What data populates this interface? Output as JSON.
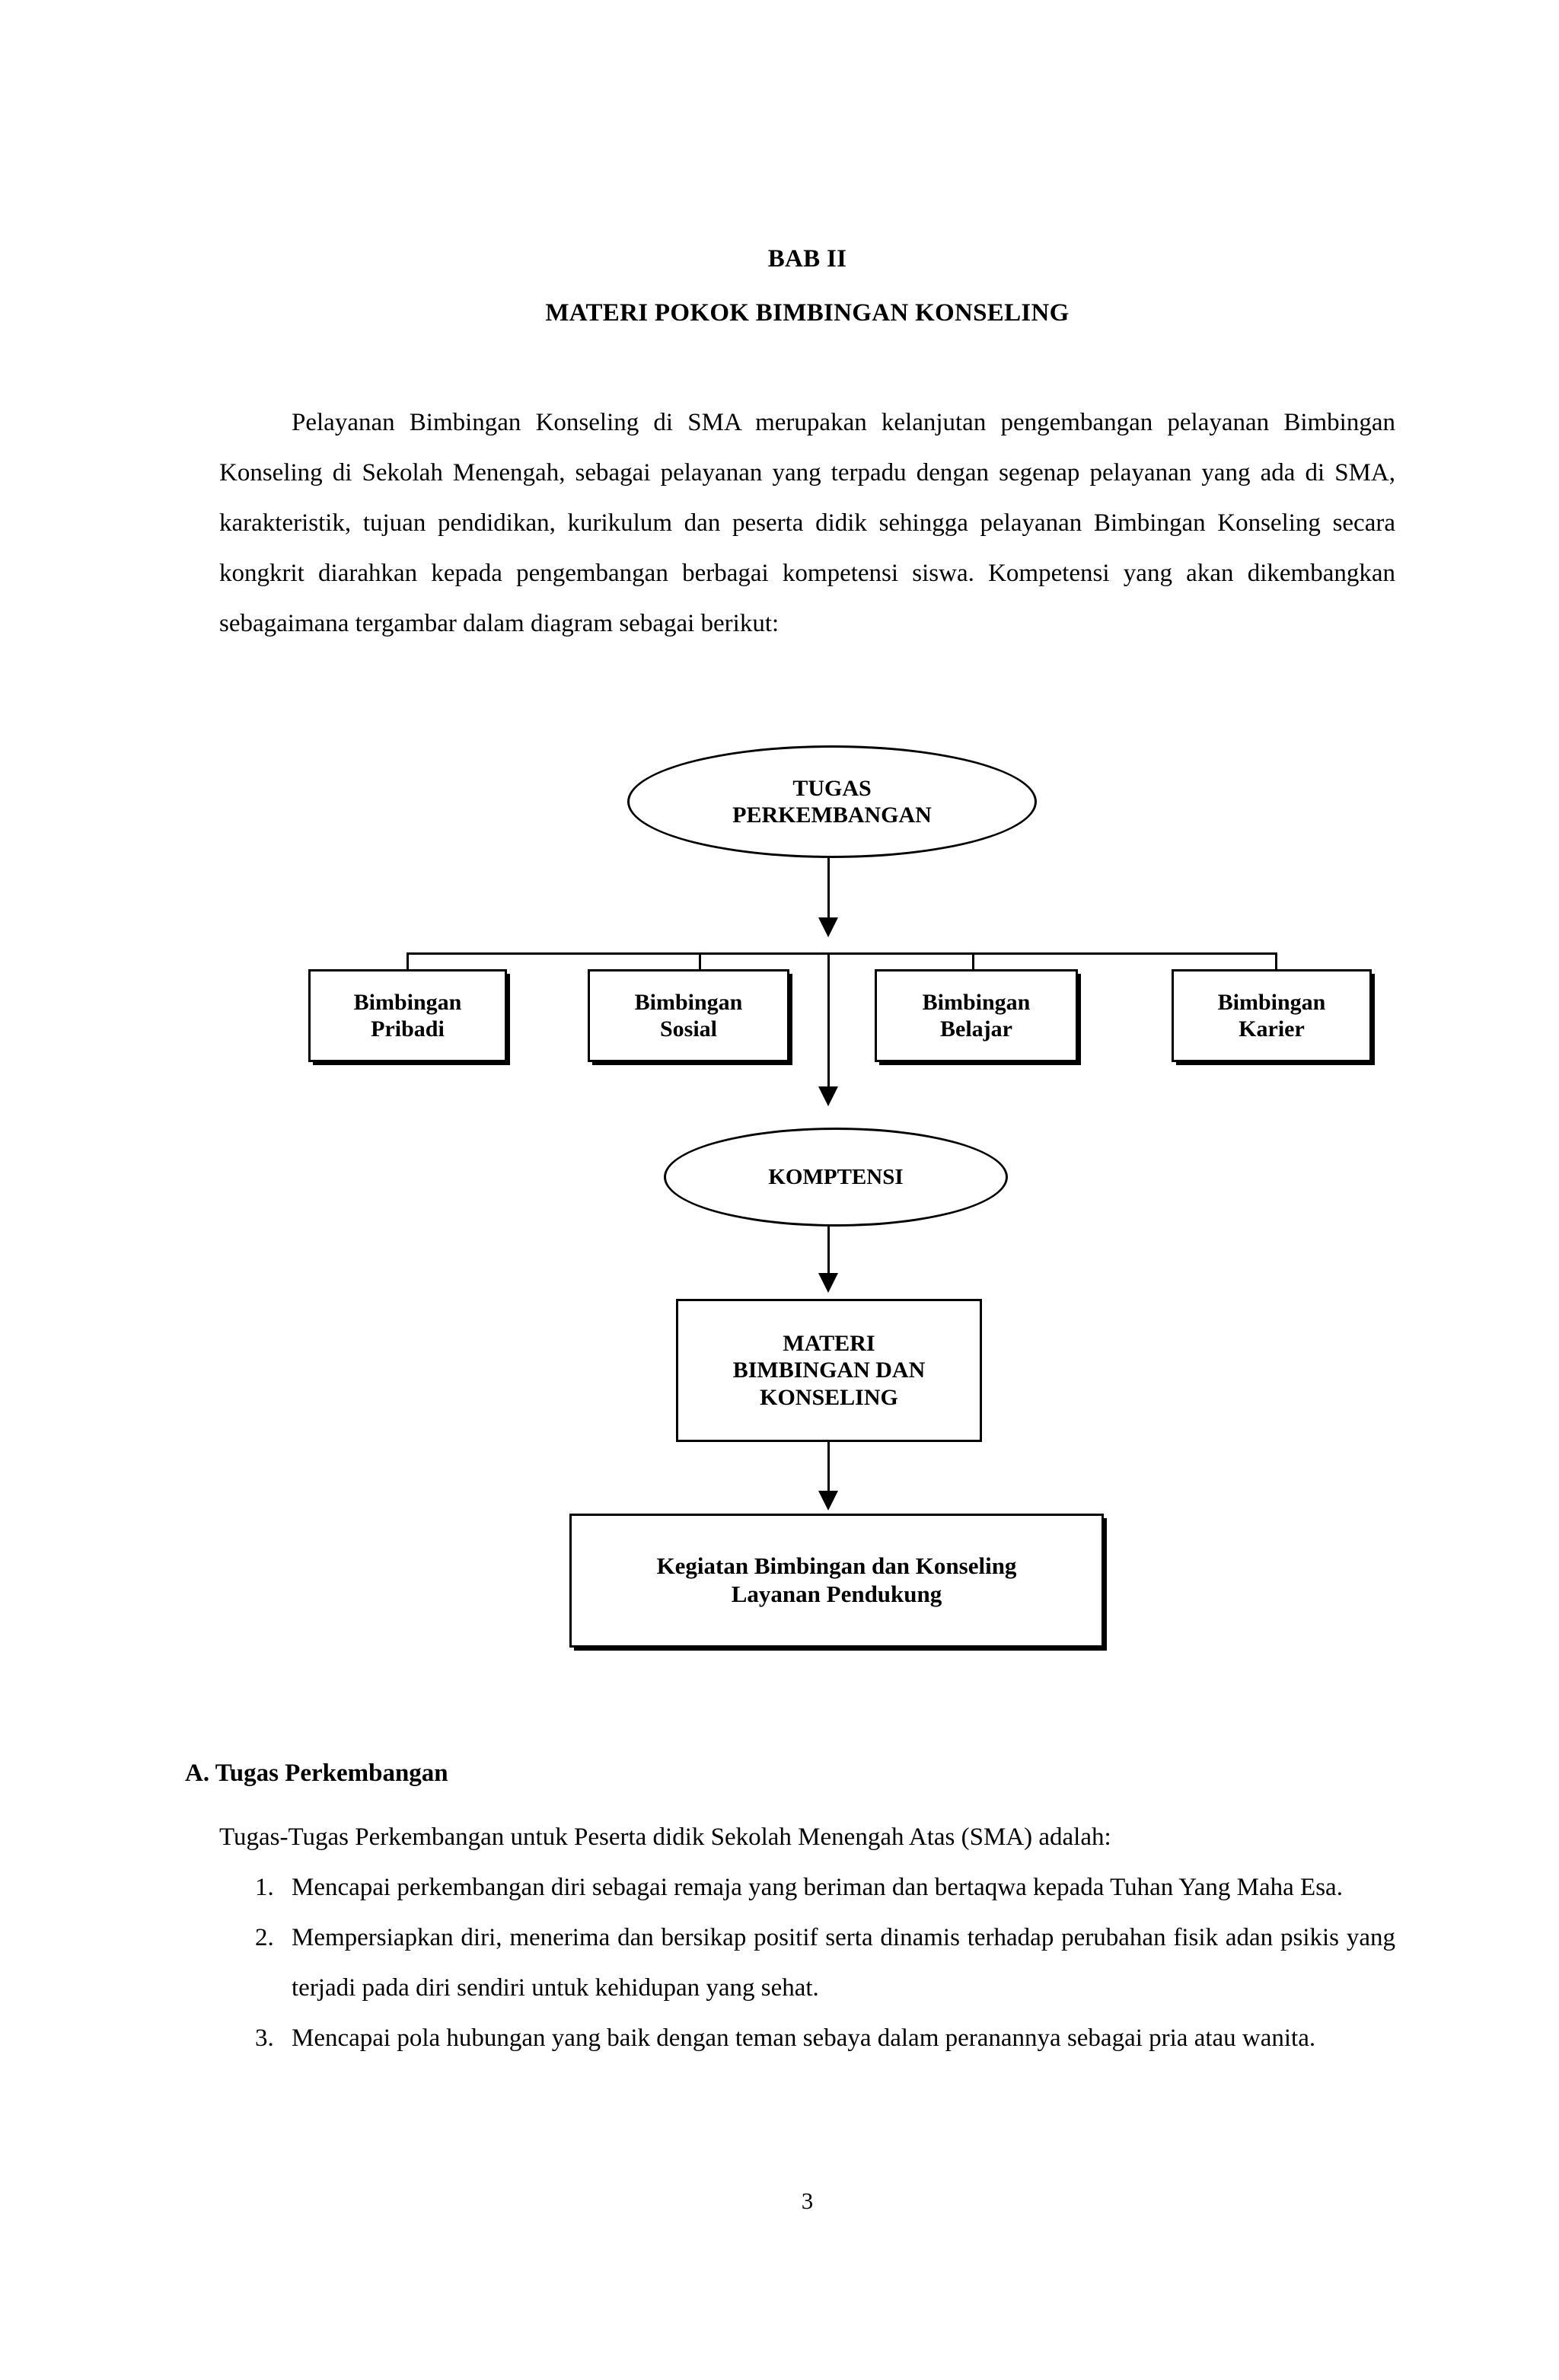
{
  "document": {
    "chapter_label": "BAB II",
    "chapter_title": "MATERI POKOK BIMBINGAN KONSELING",
    "intro_paragraph": "Pelayanan Bimbingan Konseling di SMA merupakan kelanjutan pengembangan pelayanan Bimbingan Konseling di Sekolah Menengah, sebagai pelayanan yang terpadu dengan segenap pelayanan yang ada di SMA, karakteristik, tujuan pendidikan, kurikulum dan peserta didik sehingga pelayanan Bimbingan Konseling secara kongkrit diarahkan kepada pengembangan berbagai kompetensi siswa. Kompetensi yang akan dikembangkan sebagaimana tergambar dalam diagram sebagai berikut:",
    "page_number": "3"
  },
  "diagram": {
    "root": "TUGAS\nPERKEMBANGAN",
    "root_line1": "TUGAS",
    "root_line2": "PERKEMBANGAN",
    "branches": [
      {
        "line1": "Bimbingan",
        "line2": "Pribadi"
      },
      {
        "line1": "Bimbingan",
        "line2": "Sosial"
      },
      {
        "line1": "Bimbingan",
        "line2": "Belajar"
      },
      {
        "line1": "Bimbingan",
        "line2": "Karier"
      }
    ],
    "competency": "KOMPTENSI",
    "material": {
      "line1": "MATERI",
      "line2": "BIMBINGAN DAN",
      "line3": "KONSELING"
    },
    "activity": {
      "line1": "Kegiatan Bimbingan dan Konseling",
      "line2": "Layanan Pendukung"
    }
  },
  "section_a": {
    "heading": "A. Tugas Perkembangan",
    "lead": "Tugas-Tugas Perkembangan untuk Peserta didik Sekolah Menengah Atas (SMA) adalah:",
    "items": [
      {
        "marker": "1.",
        "text": "Mencapai perkembangan diri sebagai remaja yang beriman dan bertaqwa kepada Tuhan Yang Maha Esa."
      },
      {
        "marker": "2.",
        "text": "Mempersiapkan diri, menerima dan bersikap positif serta dinamis terhadap perubahan fisik adan psikis yang terjadi pada diri sendiri untuk kehidupan yang sehat."
      },
      {
        "marker": "3.",
        "text": "Mencapai pola hubungan yang baik dengan teman sebaya dalam peranannya sebagai pria atau wanita."
      }
    ]
  },
  "colors": {
    "text": "#000000",
    "page_background": "#ffffff",
    "stroke": "#000000"
  }
}
